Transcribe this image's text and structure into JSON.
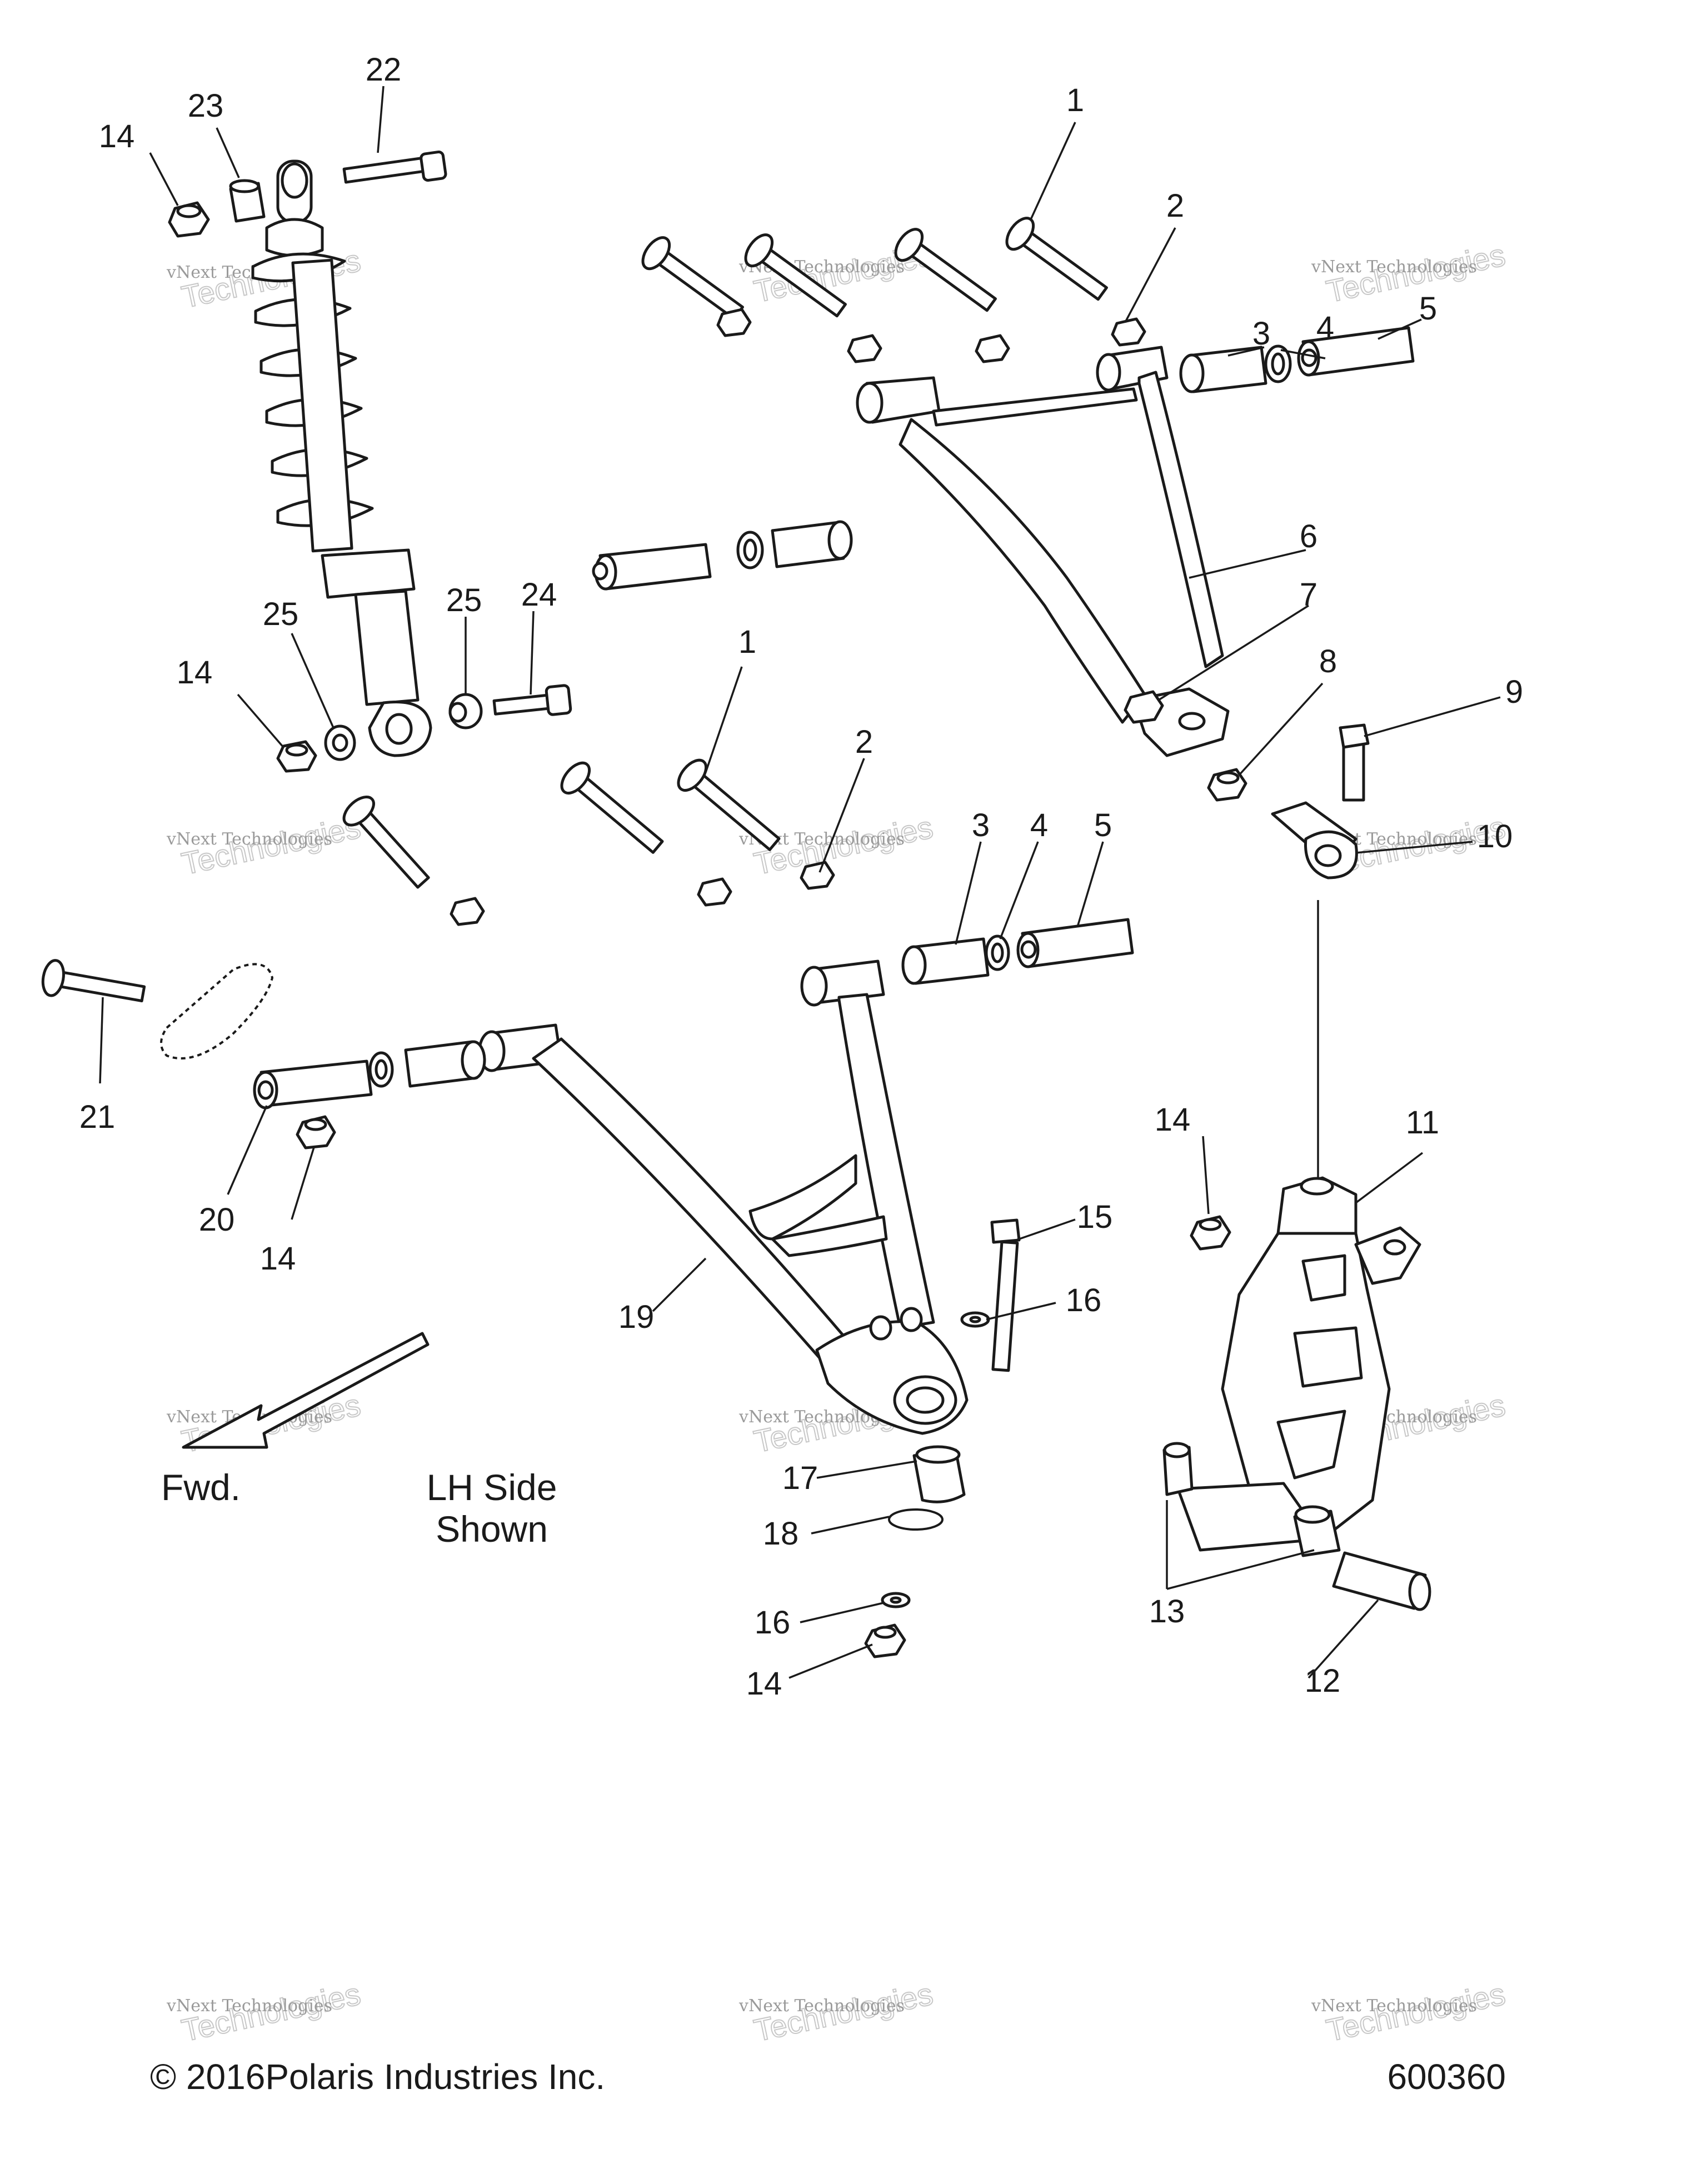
{
  "callouts": [
    "22",
    "23",
    "14",
    "1",
    "2",
    "3",
    "4",
    "5",
    "6",
    "7",
    "8",
    "9",
    "10",
    "25",
    "24",
    "14",
    "25",
    "1",
    "2",
    "3",
    "4",
    "5",
    "21",
    "20",
    "14",
    "14",
    "11",
    "15",
    "16",
    "19",
    "17",
    "18",
    "16",
    "14",
    "13",
    "12"
  ],
  "notes": {
    "fwd": "Fwd.",
    "lh_line1": "LH Side",
    "lh_line2": "Shown"
  },
  "footer": {
    "copyright": "© 2016Polaris Industries Inc.",
    "diagram_number": "600360"
  },
  "watermark": {
    "line1": "vNext Technologies",
    "line2": "Technologies"
  }
}
